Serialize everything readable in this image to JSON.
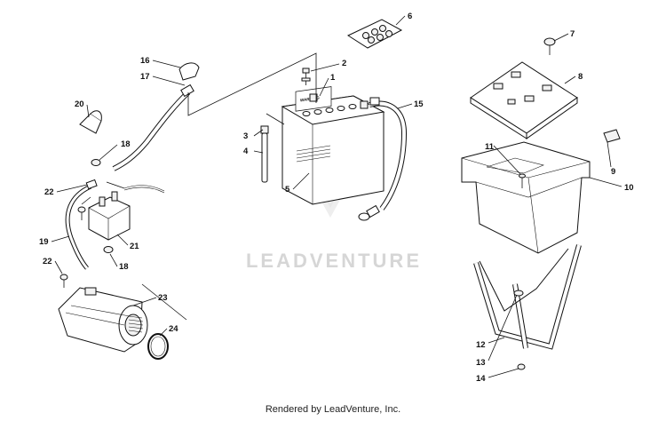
{
  "callouts": [
    "1",
    "2",
    "3",
    "4",
    "5",
    "6",
    "7",
    "8",
    "9",
    "10",
    "11",
    "12",
    "13",
    "14",
    "15",
    "16",
    "17",
    "18",
    "18",
    "19",
    "20",
    "21",
    "22",
    "22",
    "23",
    "24"
  ],
  "battery_warning_label": "WARNING",
  "watermark": "LEADVENTURE",
  "footer": "Rendered by LeadVenture, Inc."
}
